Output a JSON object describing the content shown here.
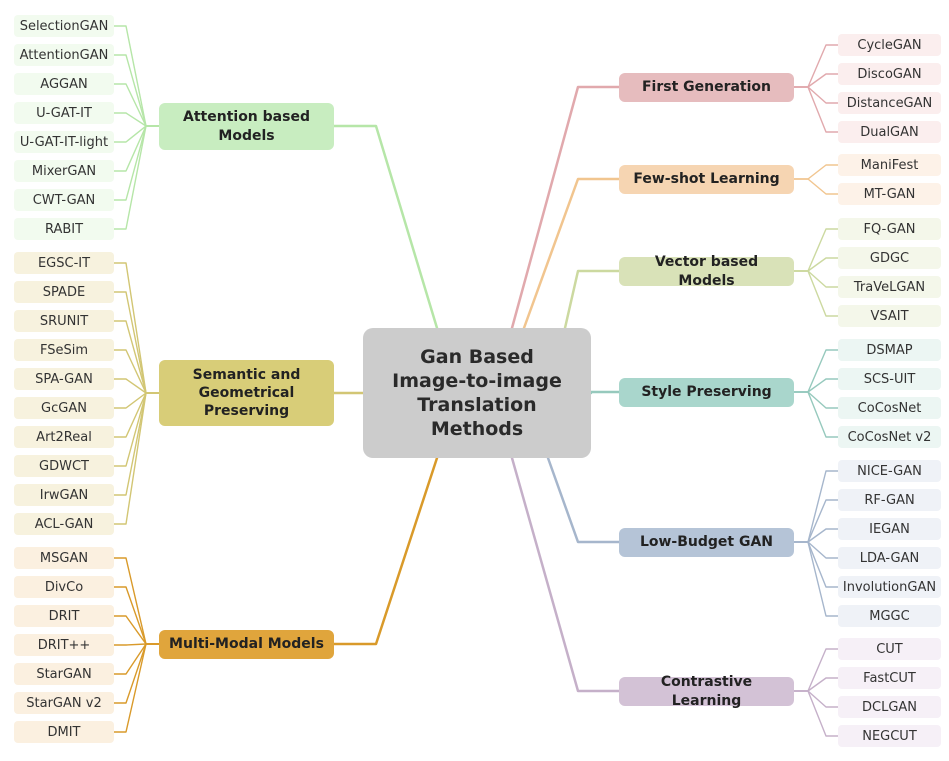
{
  "center": {
    "title": "Gan Based Image-to-image Translation Methods"
  },
  "colors": {
    "attention": "#c8edc0",
    "attention_line": "#b6e6a8",
    "attention_leaf": "#f2fbef",
    "semantic": "#d8cd78",
    "semantic_line": "#d2c674",
    "semantic_leaf": "#f7f2de",
    "multimodal": "#e0a53c",
    "multimodal_line": "#d99a2a",
    "multimodal_leaf": "#fbf0e0",
    "first": "#e6bcbe",
    "first_line": "#e1a9ad",
    "first_leaf": "#fbeeee",
    "fewshot": "#f6d5b2",
    "fewshot_line": "#f1c58f",
    "fewshot_leaf": "#fdf2e8",
    "vector": "#d9e2b8",
    "vector_line": "#ccd9a0",
    "vector_leaf": "#f4f7ea",
    "style": "#a9d6cc",
    "style_line": "#96c9bd",
    "style_leaf": "#ecf6f3",
    "lowbudget": "#b5c4d7",
    "lowbudget_line": "#a6b6cc",
    "lowbudget_leaf": "#eff2f7",
    "contrastive": "#d3c2d6",
    "contrastive_line": "#c5b0c9",
    "contrastive_leaf": "#f6f0f7"
  },
  "categories": [
    {
      "key": "attention",
      "label": "Attention based Models",
      "leaves": [
        "SelectionGAN",
        "AttentionGAN",
        "AGGAN",
        "U-GAT-IT",
        "U-GAT-IT-light",
        "MixerGAN",
        "CWT-GAN",
        "RABIT"
      ]
    },
    {
      "key": "semantic",
      "label": "Semantic and Geometrical Preserving",
      "leaves": [
        "EGSC-IT",
        "SPADE",
        "SRUNIT",
        "FSeSim",
        "SPA-GAN",
        "GcGAN",
        "Art2Real",
        "GDWCT",
        "IrwGAN",
        "ACL-GAN"
      ]
    },
    {
      "key": "multimodal",
      "label": "Multi-Modal Models",
      "leaves": [
        "MSGAN",
        "DivCo",
        "DRIT",
        "DRIT++",
        "StarGAN",
        "StarGAN v2",
        "DMIT"
      ]
    },
    {
      "key": "first",
      "label": "First Generation",
      "leaves": [
        "CycleGAN",
        "DiscoGAN",
        "DistanceGAN",
        "DualGAN"
      ]
    },
    {
      "key": "fewshot",
      "label": "Few-shot Learning",
      "leaves": [
        "ManiFest",
        "MT-GAN"
      ]
    },
    {
      "key": "vector",
      "label": "Vector based Models",
      "leaves": [
        "FQ-GAN",
        "GDGC",
        "TraVeLGAN",
        "VSAIT"
      ]
    },
    {
      "key": "style",
      "label": "Style Preserving",
      "leaves": [
        "DSMAP",
        "SCS-UIT",
        "CoCosNet",
        "CoCosNet v2"
      ]
    },
    {
      "key": "lowbudget",
      "label": "Low-Budget GAN",
      "leaves": [
        "NICE-GAN",
        "RF-GAN",
        "IEGAN",
        "LDA-GAN",
        "InvolutionGAN",
        "MGGC"
      ]
    },
    {
      "key": "contrastive",
      "label": "Contrastive Learning",
      "leaves": [
        "CUT",
        "FastCUT",
        "DCLGAN",
        "NEGCUT"
      ]
    }
  ]
}
